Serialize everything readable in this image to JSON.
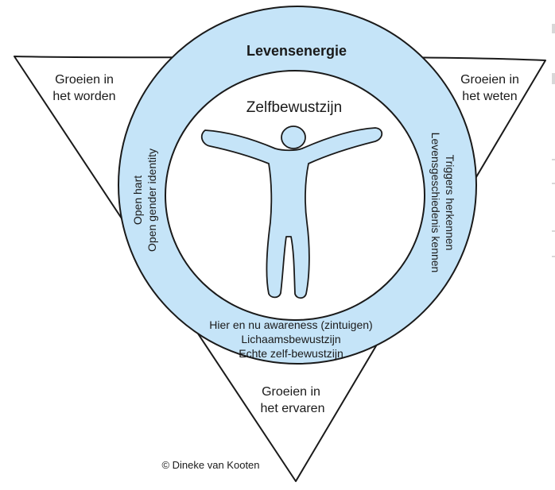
{
  "ring_title": "Levensenergie",
  "inner_title": "Zelfbewustzijn",
  "corners": {
    "top_left": [
      "Groeien in",
      "het worden"
    ],
    "top_right": [
      "Groeien in",
      "het weten"
    ],
    "bottom": [
      "Groeien in",
      "het ervaren"
    ]
  },
  "left_arc": [
    "Open hart",
    "Open gender identity"
  ],
  "right_arc": [
    "Triggers herkennen",
    "Levensgeschiedenis kennen"
  ],
  "bottom_arc": [
    "Hier en nu awareness (zintuigen)",
    "Lichaamsbewustzijn",
    "Echte zelf-bewustzijn"
  ],
  "copyright": "© Dineke van Kooten",
  "colors": {
    "ring_fill": "#c5e4f8",
    "figure_fill": "#c5e4f8",
    "outline": "#1a1a1a",
    "background": "#ffffff"
  }
}
